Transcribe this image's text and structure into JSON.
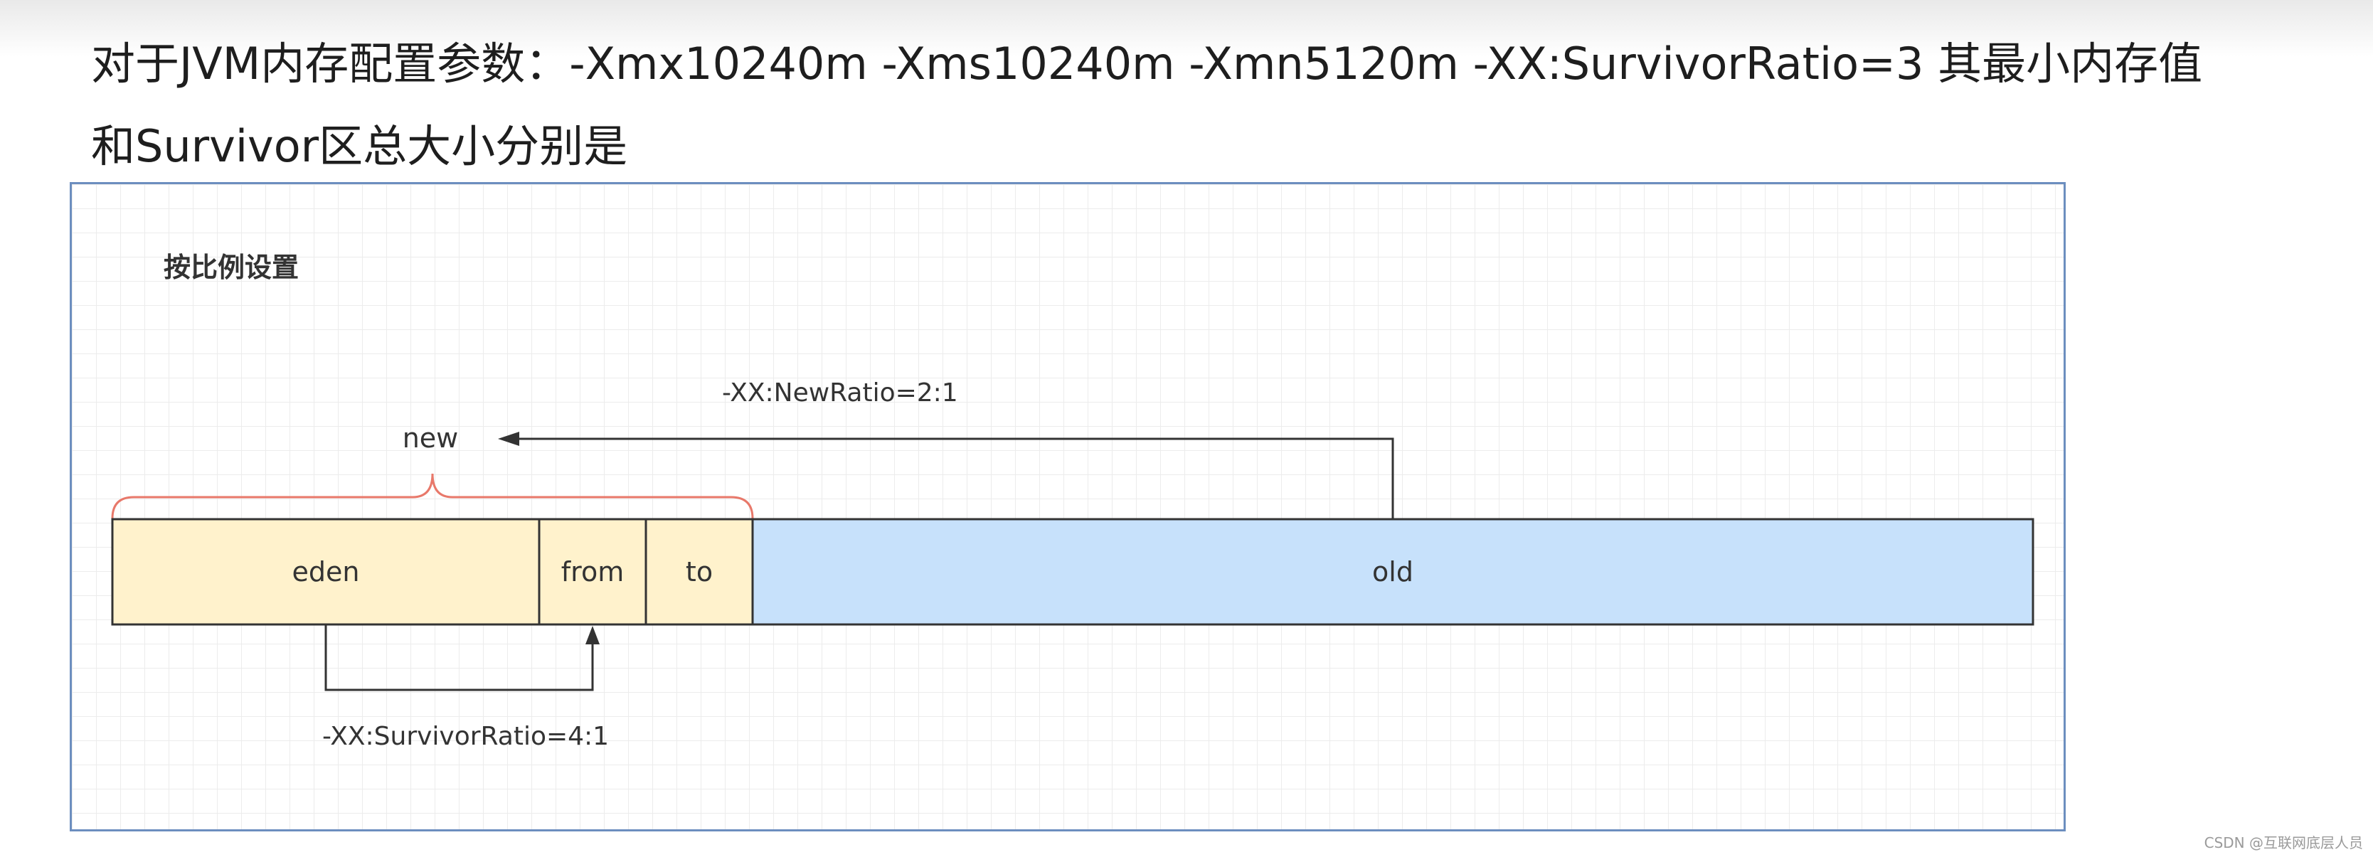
{
  "question": {
    "line1": "对于JVM内存配置参数：-Xmx10240m -Xms10240m -Xmn5120m -XX:SurvivorRatio=3 其最小内存值",
    "line2": "和Survivor区总大小分别是"
  },
  "diagram": {
    "heading": "按比例设置",
    "new_ratio_label": "-XX:NewRatio=2:1",
    "new_label": "new",
    "survivor_ratio_label": "-XX:SurvivorRatio=4:1",
    "regions": {
      "eden": "eden",
      "from": "from",
      "to": "to",
      "old": "old"
    },
    "colors": {
      "young_fill": "#fff2cc",
      "old_fill": "#c7e1fb",
      "brace": "#e8786a",
      "frame_border": "#6c8ebf",
      "arrow": "#333333"
    }
  },
  "watermark": "CSDN @互联网底层人员"
}
